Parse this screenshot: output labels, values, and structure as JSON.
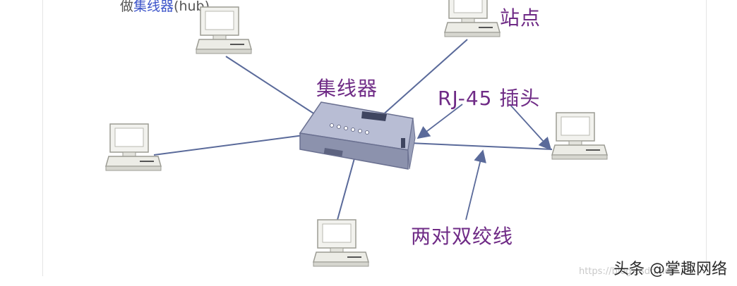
{
  "heading": {
    "prefix": "做",
    "hub": "集线器",
    "suffix": "(hub)"
  },
  "labels": {
    "station": "站点",
    "hub": "集线器",
    "rj45": "RJ-45 插头",
    "twisted_pair": "两对双绞线"
  },
  "watermark": {
    "main": "头条 @掌趣网络",
    "faint": "https://blog.csdn.net"
  },
  "colors": {
    "label": "#6f2b86",
    "cable": "#5a6a9a",
    "hub_body": "#a9afc8"
  },
  "icons": {
    "computer": "computer-icon",
    "hub": "hub-icon"
  }
}
